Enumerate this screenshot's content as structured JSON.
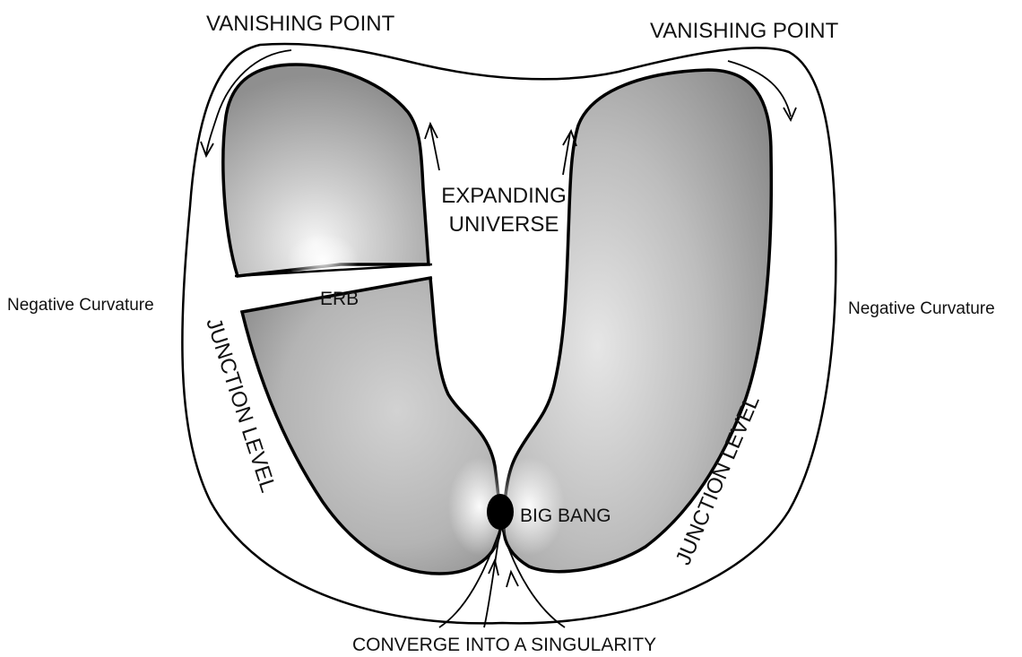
{
  "colors": {
    "line": "#000000",
    "blob_fill_dark": "#8a8a8a",
    "blob_fill_light": "#f2f2f2",
    "background": "#ffffff"
  },
  "labels": {
    "vanishing_point_left": "VANISHING POINT",
    "vanishing_point_right": "VANISHING POINT",
    "expanding_universe_line1": "EXPANDING",
    "expanding_universe_line2": "UNIVERSE",
    "negative_curvature_left": "Negative Curvature",
    "negative_curvature_right": "Negative Curvature",
    "erb": "ERB",
    "junction_level_left": "JUNCTION LEVEL",
    "junction_level_right": "JUNCTION LEVEL",
    "big_bang": "BIG BANG",
    "converge": "CONVERGE INTO A SINGULARITY"
  }
}
